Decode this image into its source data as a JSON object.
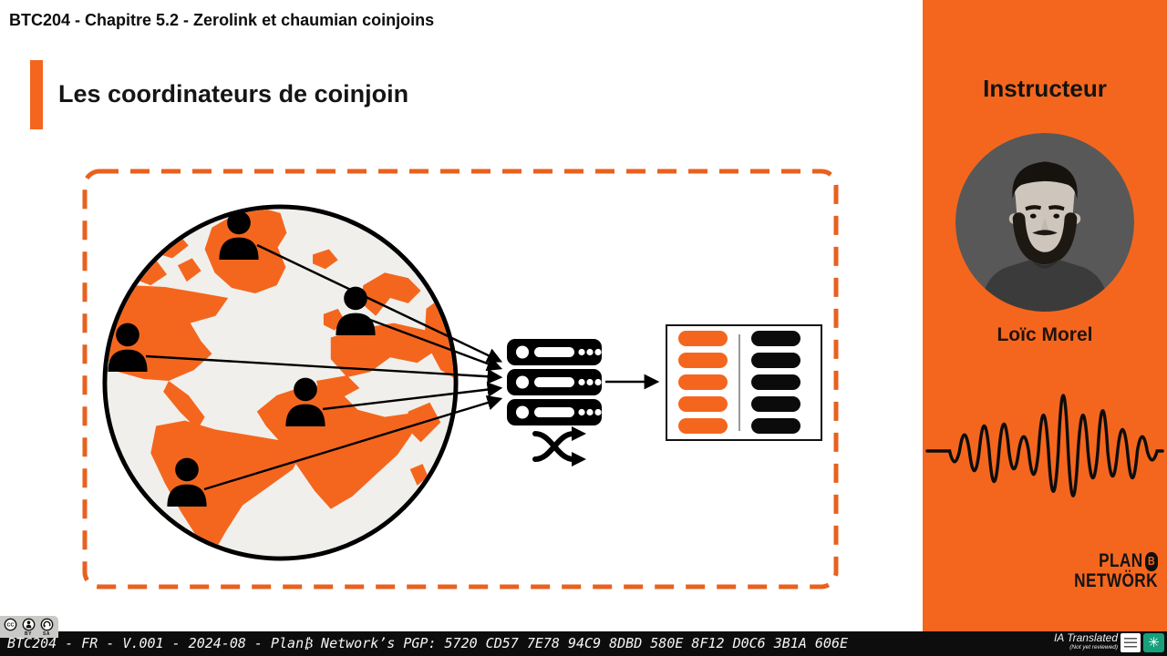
{
  "header": {
    "course_title": "BTC204 - Chapitre 5.2 - Zerolink et chaumian coinjoins",
    "slide_title": "Les coordinateurs de coinjoin"
  },
  "sidebar": {
    "role_label": "Instructeur",
    "instructor_name": "Loïc Morel",
    "logo": {
      "plan": "PLAN",
      "b": "B",
      "network": "NETWÖRK"
    }
  },
  "diagram": {
    "participant_count": 5,
    "server_count": 3,
    "output_left_count": 5,
    "output_right_count": 5,
    "icons": [
      "globe-icon",
      "person-icon",
      "server-stack-icon",
      "shuffle-icon",
      "flow-arrow",
      "coinjoin-output-box"
    ]
  },
  "footer": {
    "license": {
      "cc": "CC",
      "by": "BY",
      "sa": "SA"
    },
    "meta_text": "BTC204 - FR - V.001 - 2024-08 - Plan₿ Network’s PGP: 5720 CD57 7E78 94C9 8DBD 580E 8F12 D0C6 3B1A 606E",
    "translated_label": "IA Translated",
    "reviewed_label": "(Not yet reviewed)"
  },
  "colors": {
    "orange": "#F4661E",
    "dashed_border": "#E8611E",
    "footer_black": "#0D0D0D",
    "globe_fill": "#F0EFEB",
    "openai_green": "#18A07C"
  }
}
